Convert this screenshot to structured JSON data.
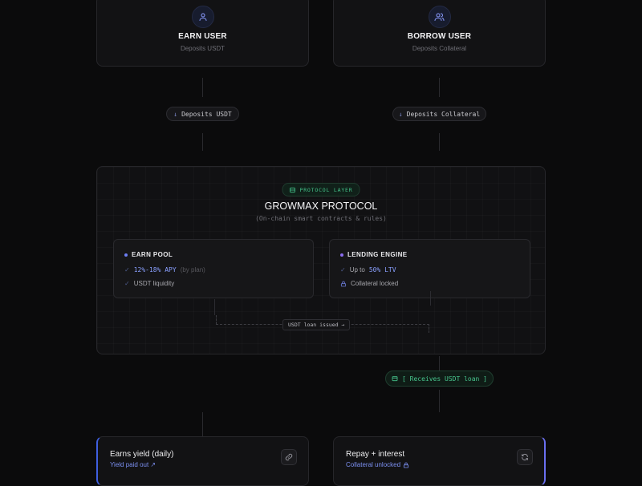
{
  "earn_user": {
    "title": "EARN USER",
    "subtitle": "Deposits USDT",
    "icon": "user-icon"
  },
  "borrow_user": {
    "title": "BORROW USER",
    "subtitle": "Deposits Collateral",
    "icon": "users-icon"
  },
  "earn_flow": {
    "arrow": "↓",
    "label": "Deposits USDT"
  },
  "borrow_flow": {
    "arrow": "↓",
    "label": "Deposits Collateral"
  },
  "protocol": {
    "badge": "PROTOCOL LAYER",
    "title": "GROWMAX PROTOCOL",
    "subtitle": "(On-chain smart contracts & rules)",
    "earn_pool": {
      "title": "EARN POOL",
      "accent": "#6d7ff5",
      "apy_value": "12%-18% APY",
      "apy_note": "(by plan)",
      "liquidity": "USDT liquidity"
    },
    "lending_engine": {
      "title": "LENDING ENGINE",
      "accent": "#8b6cf0",
      "ltv_prefix": "Up to",
      "ltv_value": "50% LTV",
      "collateral": "Collateral locked"
    },
    "loan_label": "USDT loan issued →"
  },
  "receives": {
    "label": "[ Receives USDT loan ]",
    "color": "#47c58d"
  },
  "earn_result": {
    "title": "Earns yield (daily)",
    "subtitle": "Yield paid out ↗",
    "icon": "link-icon"
  },
  "repay_result": {
    "title": "Repay + interest",
    "subtitle": "Collateral unlocked",
    "icon": "refresh-icon"
  }
}
